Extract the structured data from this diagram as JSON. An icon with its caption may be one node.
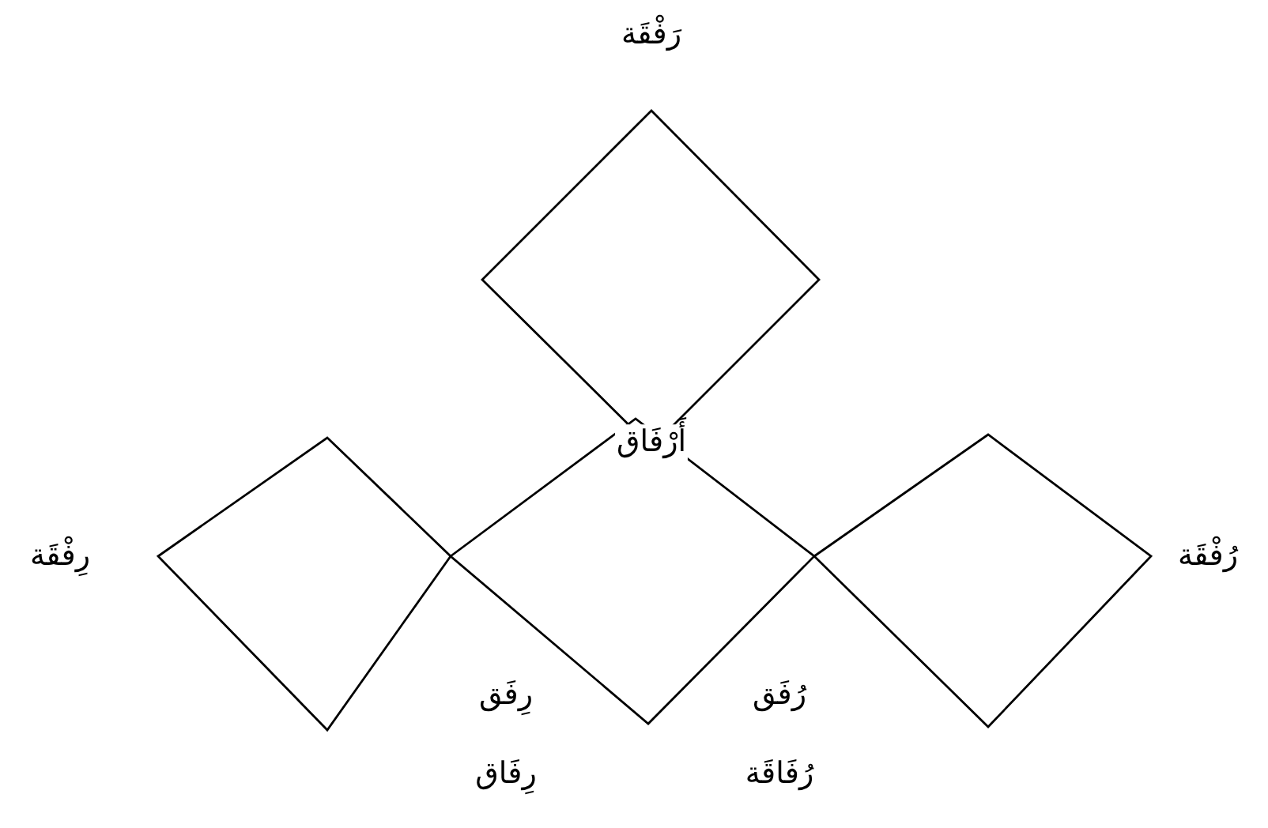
{
  "diagram": {
    "labels": [
      "رَفْقَة",
      "أَرْفَاق",
      "رِفْقَة",
      "رُفْقَة",
      "رِفَق",
      "رُفَق",
      "رِفَاق",
      "رُفَاقَة"
    ]
  }
}
